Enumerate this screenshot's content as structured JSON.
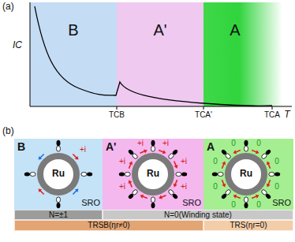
{
  "diagram": {
    "nodes": [
      {
        "text": [
          "B"
        ]
      },
      {
        "text": [
          "A'"
        ]
      },
      {
        "text": [
          "A"
        ]
      },
      {
        "text": [
          "B",
          "SRO"
        ]
      },
      {
        "text": [
          "Ru"
        ],
        "in": 3
      },
      {
        "text": [
          "A'",
          "SRO"
        ]
      },
      {
        "text": [
          "Ru"
        ],
        "in": 5
      },
      {
        "text": [
          "A",
          "SRO"
        ]
      },
      {
        "text": [
          "Ru"
        ],
        "in": 7
      },
      {
        "text": [
          "N=±1"
        ]
      },
      {
        "text": [
          "N=0(Winding state)"
        ]
      },
      {
        "text": [
          "TRSB(ηr≠0)"
        ]
      },
      {
        "text": [
          "TRS(ηr=0)"
        ]
      }
    ],
    "labels": [
      "(a)",
      "IC",
      "T",
      "TCB",
      "TCA'",
      "TCA",
      "(b)",
      "+i",
      "+i",
      "+i",
      "+i",
      "+i",
      "+i",
      "+i",
      "0",
      "0",
      "0",
      "0",
      "0",
      "0",
      "0",
      "0"
    ]
  }
}
